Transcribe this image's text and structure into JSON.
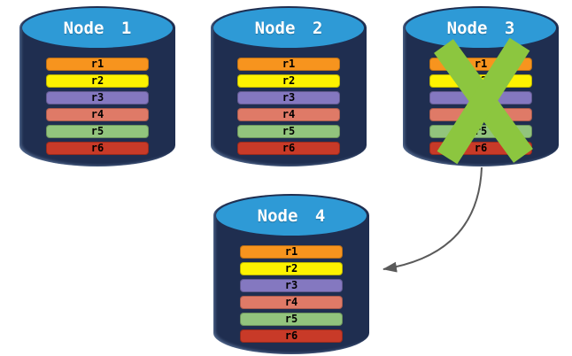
{
  "diagram": {
    "description_labels": [],
    "nodes": [
      {
        "label": "Node 1",
        "failed": false,
        "records": [
          "r1",
          "r2",
          "r3",
          "r4",
          "r5",
          "r6"
        ]
      },
      {
        "label": "Node 2",
        "failed": false,
        "records": [
          "r1",
          "r2",
          "r3",
          "r4",
          "r5",
          "r6"
        ]
      },
      {
        "label": "Node 3",
        "failed": true,
        "records": [
          "r1",
          "r2",
          "r3",
          "r4",
          "r5",
          "r6"
        ]
      },
      {
        "label": "Node 4",
        "failed": false,
        "records": [
          "r1",
          "r2",
          "r3",
          "r4",
          "r5",
          "r6"
        ]
      }
    ],
    "annotations": {
      "failure_x_on": "Node 3",
      "arrow": {
        "from": "Node 3",
        "to": "Node 4"
      }
    },
    "colors": {
      "cylinder_body": "#1f2e50",
      "cylinder_cap": "#2e9ad6",
      "node_label_text": "#ffffff",
      "record_label_text": "#000000",
      "failure_x": "#8cc63f",
      "arrow": "#5a5a5a",
      "records": {
        "r1": "#f7941e",
        "r2": "#fdf200",
        "r3": "#8478c0",
        "r4": "#df7a67",
        "r5": "#92c47d",
        "r6": "#c83a28"
      }
    }
  }
}
